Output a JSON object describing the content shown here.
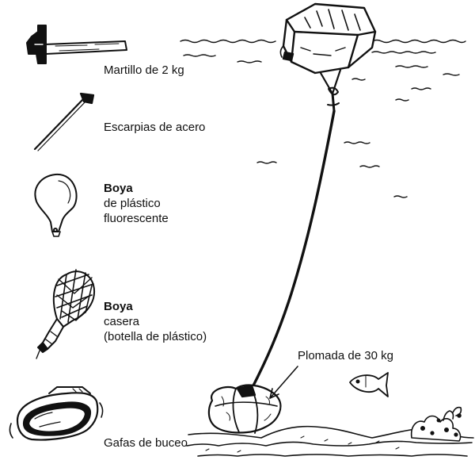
{
  "labels": {
    "hammer": "Martillo de 2 kg",
    "stakes": "Escarpias de acero",
    "buoy_plastic_1": "Boya",
    "buoy_plastic_2": "de plástico",
    "buoy_plastic_3": "fluorescente",
    "buoy_home_1": "Boya",
    "buoy_home_2": "casera",
    "buoy_home_3": "(botella de plástico)",
    "weight": "Plomada de 30 kg",
    "goggles": "Gafas de buceo"
  },
  "icons": [
    "hammer-icon",
    "stake-icon",
    "plastic-buoy-icon",
    "bottle-buoy-icon",
    "goggles-icon",
    "fish-icon",
    "float-icon",
    "anchor-weight-icon"
  ],
  "colors": {
    "ink": "#111111",
    "paper": "#ffffff"
  }
}
